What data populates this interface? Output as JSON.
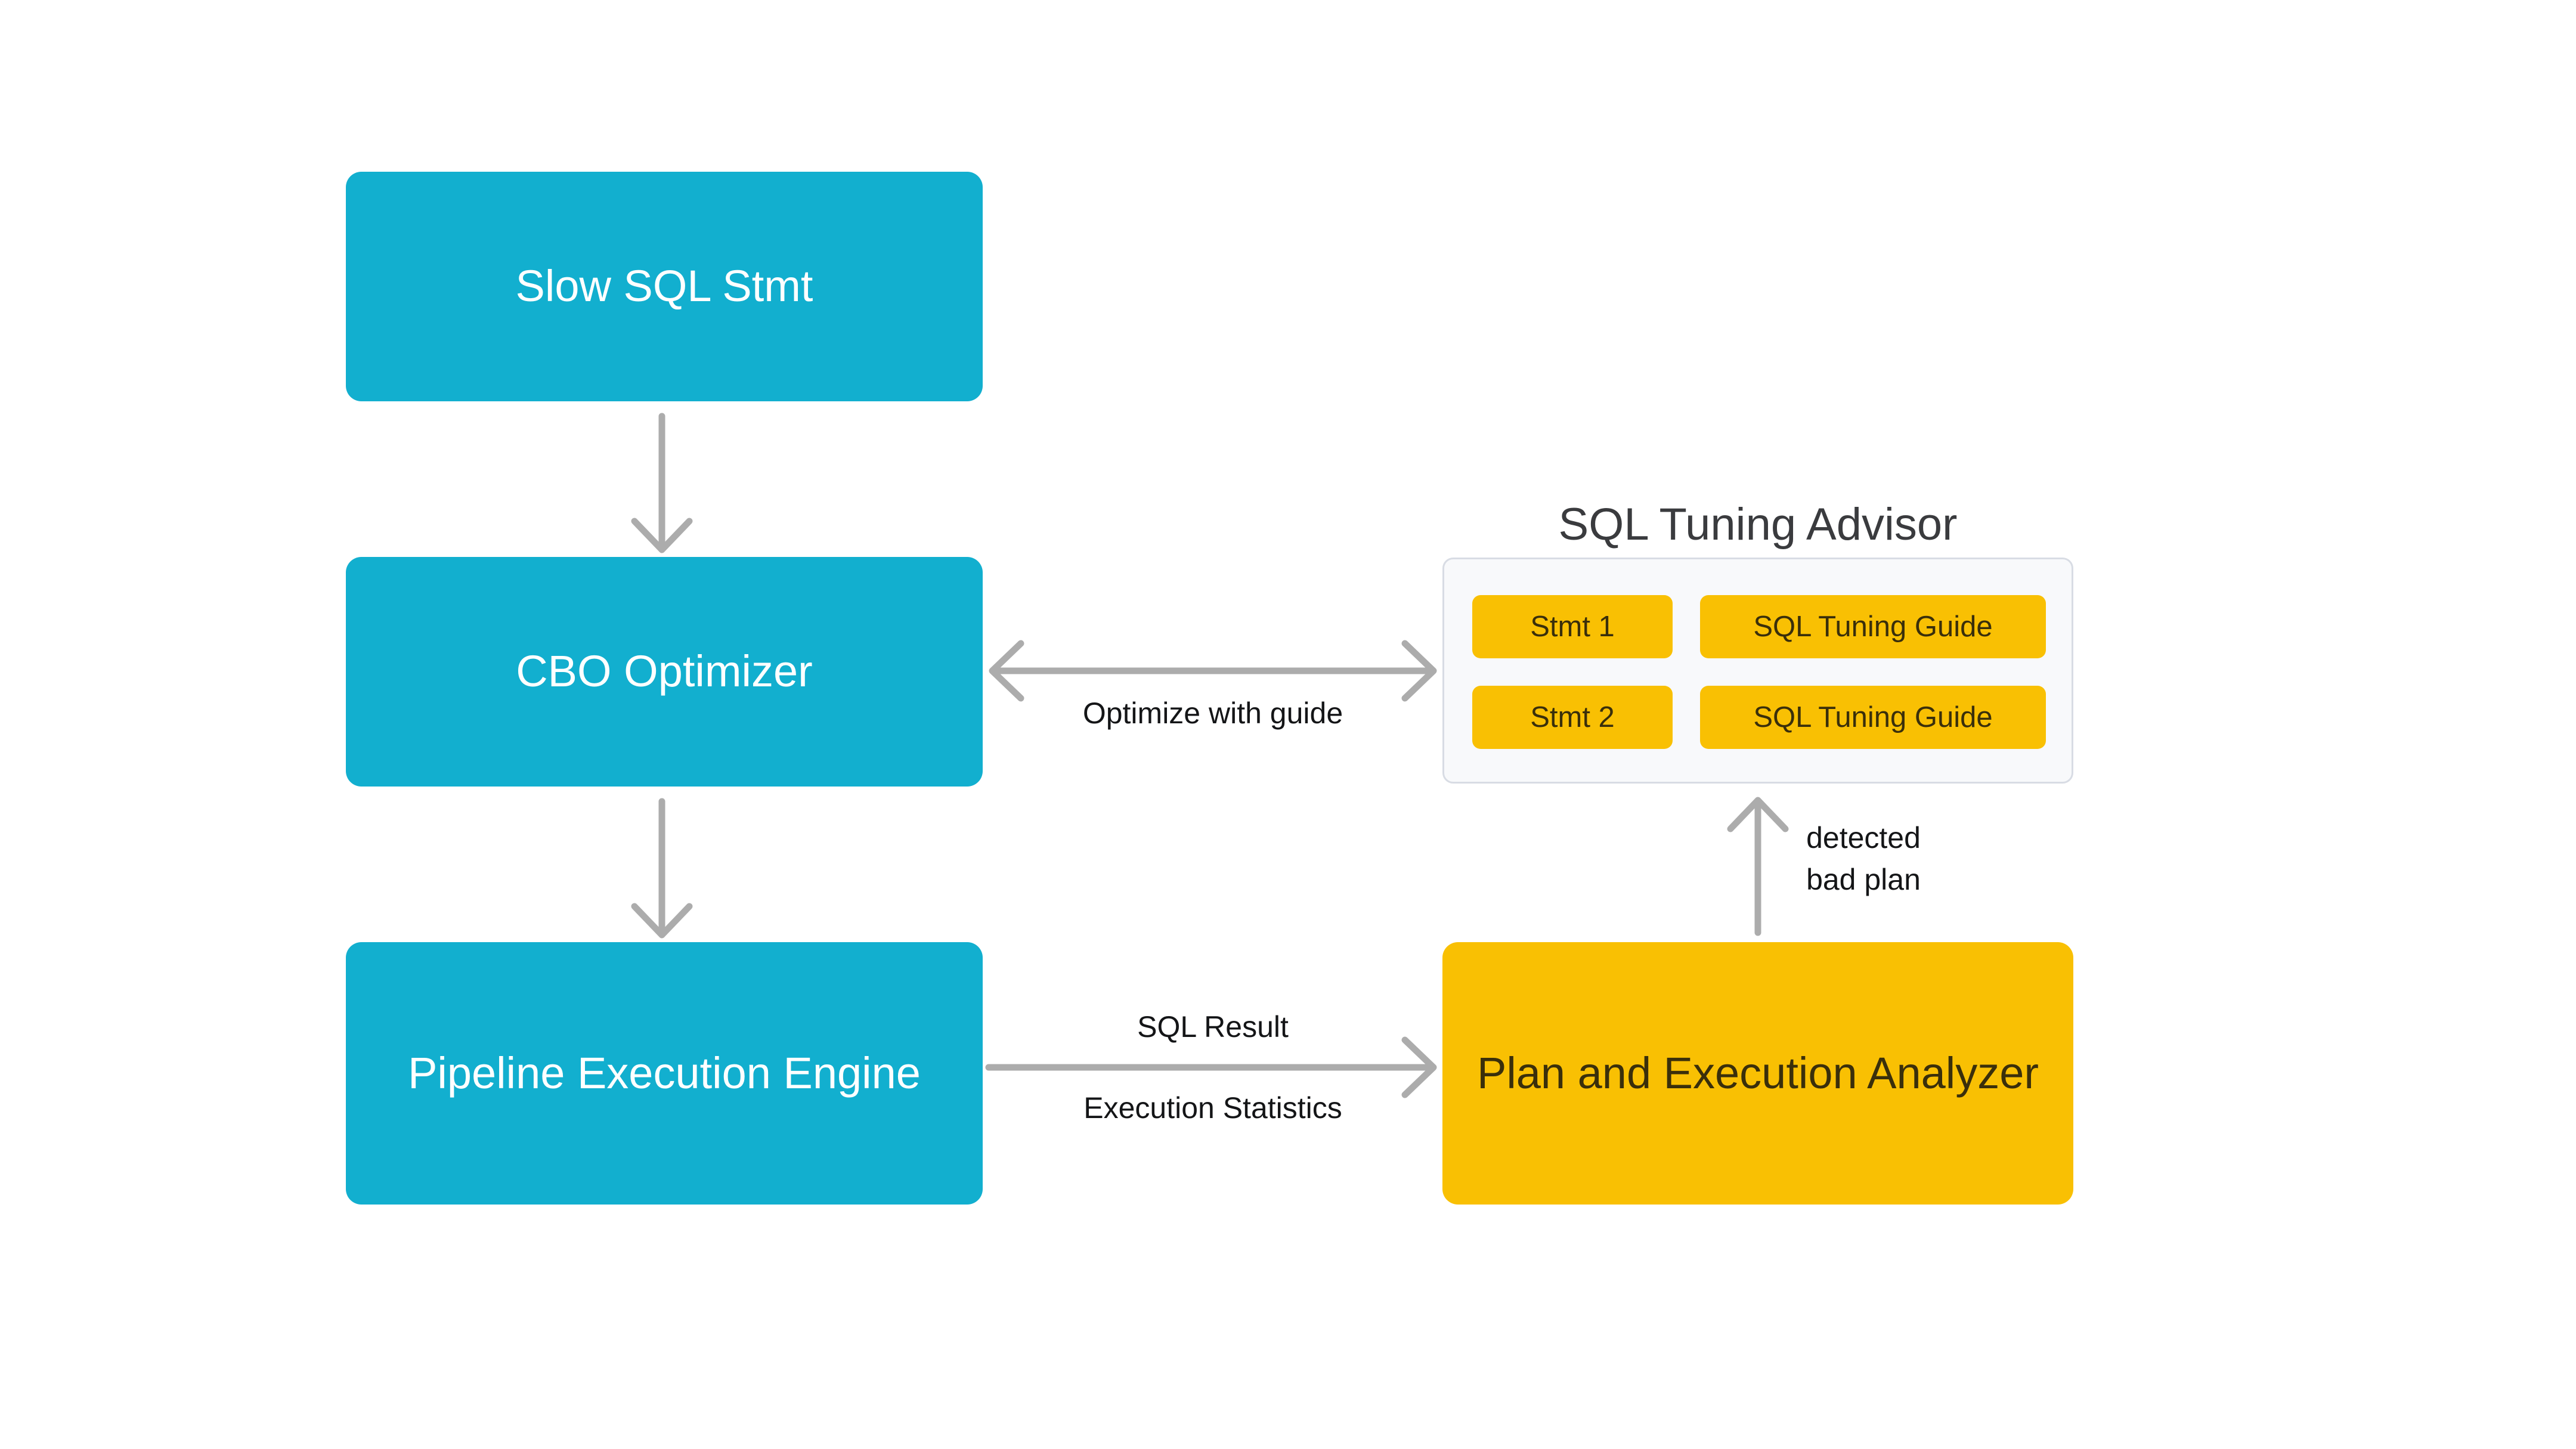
{
  "colors": {
    "canvas_bg": "#FFFFFF",
    "cyan": "#12AFCF",
    "yellow": "#F9C003",
    "arrow": "#ACACAC",
    "panel_bg": "#F8F9FB",
    "panel_border": "#D8DCE4",
    "title_text": "#3A3B3E",
    "label_text": "#141517",
    "on_cyan_text": "#FFFFFF",
    "on_yellow_text": "#3A2F0B"
  },
  "diagram": {
    "nodes": {
      "slow_sql": "Slow SQL Stmt",
      "cbo": "CBO Optimizer",
      "pipeline": "Pipeline Execution Engine",
      "analyzer": "Plan and Execution Analyzer"
    },
    "advisor": {
      "title": "SQL Tuning Advisor",
      "rows": [
        {
          "stmt": "Stmt 1",
          "guide": "SQL Tuning Guide"
        },
        {
          "stmt": "Stmt 2",
          "guide": "SQL Tuning Guide"
        }
      ]
    },
    "edges": {
      "optimize_label": "Optimize with guide",
      "sql_result_label": "SQL Result",
      "exec_stats_label": "Execution Statistics",
      "detected_line1": "detected",
      "detected_line2": "bad plan"
    }
  }
}
